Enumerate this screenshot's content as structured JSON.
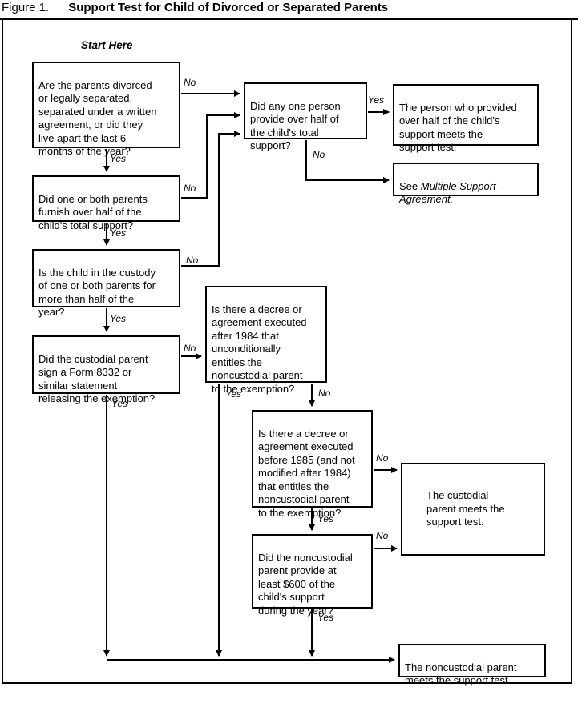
{
  "title": {
    "figure_label": "Figure 1.",
    "heading": "Support Test for Child of Divorced or Separated Parents"
  },
  "flow": {
    "start_here": "Start Here",
    "yes": "Yes",
    "no": "No"
  },
  "boxes": {
    "q_divorced": "Are the parents divorced\nor legally separated,\nseparated under a written\nagreement, or did they\nlive apart the last 6\nmonths of the year?",
    "q_furnish_half": "Did one or both parents\nfurnish over half of the\nchild's total support?",
    "q_custody": "Is the child in the custody\nof one or both parents for\nmore than half of the\nyear?",
    "q_form_8332": "Did the custodial parent\nsign a Form 8332 or\nsimilar statement\nreleasing the exemption?",
    "q_one_person": "Did any one person\nprovide over half of\nthe child's total\nsupport?",
    "q_decree_after_1984": "Is there a decree or\nagreement executed\nafter 1984 that\nunconditionally\nentitles the\nnoncustodial parent\nto the exemption?",
    "q_decree_before_1985": "Is there a decree or\nagreement executed\nbefore 1985 (and not\nmodified after 1984)\nthat entitles the\nnoncustodial parent\nto the exemption?",
    "q_600_support": "Did the noncustodial\nparent provide at\nleast $600 of the\nchild's support\nduring the year?",
    "r_person_provided": "The person who provided\nover half of the child's\nsupport  meets the\nsupport  test.",
    "r_multiple_prefix": "See ",
    "r_multiple_italic": "Multiple Support\nAgreement.",
    "r_custodial": "The custodial\nparent meets the\nsupport  test.",
    "r_noncustodial": "The noncustodial parent\nmeets the support test."
  },
  "colors": {
    "ink": "#000000",
    "paper": "#ffffff"
  }
}
